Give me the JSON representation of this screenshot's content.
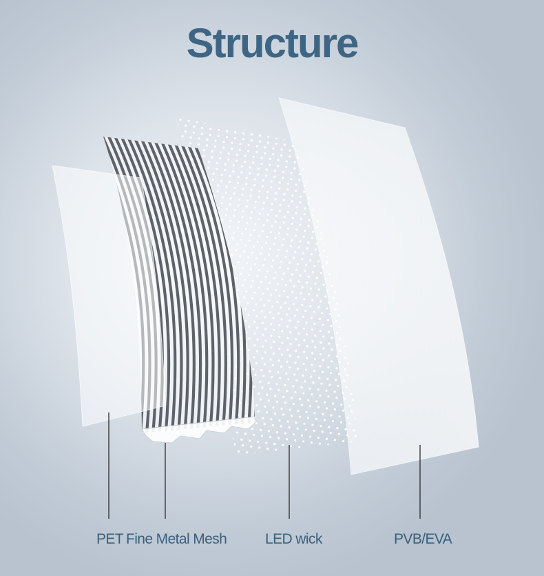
{
  "title": "Structure",
  "layers": [
    {
      "id": "pet",
      "label": "PET"
    },
    {
      "id": "mesh",
      "label": "Fine Metal Mesh"
    },
    {
      "id": "led",
      "label": "LED wick"
    },
    {
      "id": "pvb",
      "label": "PVB/EVA"
    }
  ],
  "colors": {
    "title": "#3e6584",
    "label": "#37607e",
    "mesh_stripe": "#5e636a",
    "leader_line": "#2a2a2a"
  }
}
